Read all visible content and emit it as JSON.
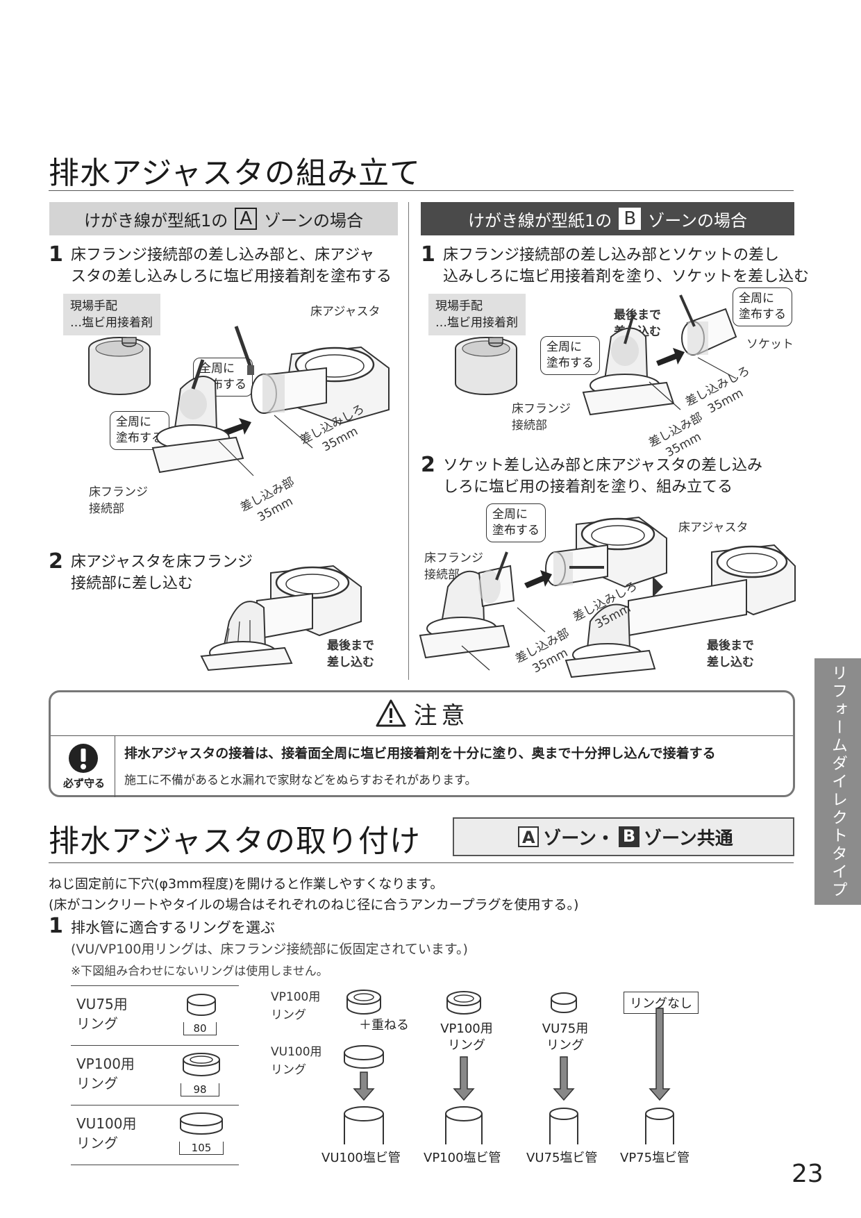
{
  "section1": {
    "title": "排水アジャスタの組み立て"
  },
  "zoneA": {
    "header_pre": "けがき線が型紙1の",
    "header_letter": "A",
    "header_post": "ゾーンの場合",
    "step1_num": "1",
    "step1_line1": "床フランジ接続部の差し込み部と、床アジャ",
    "step1_line2": "スタの差し込みしろに塩ビ用接着剤を塗布する",
    "tag_line1": "現場手配",
    "tag_line2": "…塩ビ用接着剤",
    "label_adjuster": "床アジャスタ",
    "callout1_line1": "全周に",
    "callout1_line2": "塗布する",
    "callout2_line1": "全周に",
    "callout2_line2": "塗布する",
    "label_flange_line1": "床フランジ",
    "label_flange_line2": "接続部",
    "dim_margin_line1": "差し込みしろ",
    "dim_margin_line2": "35mm",
    "dim_insert_line1": "差し込み部",
    "dim_insert_line2": "35mm",
    "step2_num": "2",
    "step2_line1": "床アジャスタを床フランジ",
    "step2_line2": "接続部に差し込む",
    "full_insert_line1": "最後まで",
    "full_insert_line2": "差し込む"
  },
  "zoneB": {
    "header_pre": "けがき線が型紙1の",
    "header_letter": "B",
    "header_post": "ゾーンの場合",
    "step1_num": "1",
    "step1_line1": "床フランジ接続部の差し込み部とソケットの差し",
    "step1_line2": "込みしろに塩ビ用接着剤を塗り、ソケットを差し込む",
    "tag_line1": "現場手配",
    "tag_line2": "…塩ビ用接着剤",
    "full_insert_a_line1": "最後まで",
    "full_insert_a_line2": "差し込む",
    "callout_socket_line1": "全周に",
    "callout_socket_line2": "塗布する",
    "label_socket": "ソケット",
    "callout_flange_line1": "全周に",
    "callout_flange_line2": "塗布する",
    "dim_margin_line1": "差し込みしろ",
    "dim_margin_line2": "35mm",
    "label_flange_line1": "床フランジ",
    "label_flange_line2": "接続部",
    "dim_insert_line1": "差し込み部",
    "dim_insert_line2": "35mm",
    "step2_num": "2",
    "step2_line1": "ソケット差し込み部と床アジャスタの差し込み",
    "step2_line2": "しろに塩ビ用の接着剤を塗り、組み立てる",
    "callout3_line1": "全周に",
    "callout3_line2": "塗布する",
    "label_adjuster": "床アジャスタ",
    "label_flange2_line1": "床フランジ",
    "label_flange2_line2": "接続部",
    "dim2_margin_line1": "差し込みしろ",
    "dim2_margin_line2": "35mm",
    "dim2_insert_line1": "差し込み部",
    "dim2_insert_line2": "35mm",
    "full_insert_b_line1": "最後まで",
    "full_insert_b_line2": "差し込む"
  },
  "caution": {
    "title": "注意",
    "must_label": "必ず守る",
    "main": "排水アジャスタの接着は、接着面全周に塩ビ用接着剤を十分に塗り、奥まで十分押し込んで接着する",
    "sub": "施工に不備があると水漏れで家財などをぬらすおそれがあります。"
  },
  "section2": {
    "title": "排水アジャスタの取り付け",
    "common_letter_a": "A",
    "common_mid": "ゾーン・",
    "common_letter_b": "B",
    "common_post": "ゾーン共通",
    "note1": "ねじ固定前に下穴(φ3mm程度)を開けると作業しやすくなります。",
    "note2": "(床がコンクリートやタイルの場合はそれぞれのねじ径に合うアンカープラグを使用する。)",
    "step1_num": "1",
    "step1_text": "排水管に適合するリングを選ぶ",
    "step1_sub1": "(VU/VP100用リングは、床フランジ接続部に仮固定されています。)",
    "step1_sub2": "※下図組み合わせにないリングは使用しません。"
  },
  "ring_table": [
    {
      "line1": "VU75用",
      "line2": "リング",
      "dim": "80"
    },
    {
      "line1": "VP100用",
      "line2": "リング",
      "dim": "98"
    },
    {
      "line1": "VU100用",
      "line2": "リング",
      "dim": "105"
    }
  ],
  "combos": {
    "vp100_line1": "VP100用",
    "vp100_line2": "リング",
    "overlap": "＋重ねる",
    "vu100_line1": "VU100用",
    "vu100_line2": "リング",
    "col2_line1": "VP100用",
    "col2_line2": "リング",
    "col3_line1": "VU75用",
    "col3_line2": "リング",
    "no_ring": "リングなし",
    "pipes": [
      "VU100塩ビ管",
      "VP100塩ビ管",
      "VU75塩ビ管",
      "VP75塩ビ管"
    ]
  },
  "sidebar": {
    "label": "リフォームダイレクトタイプ"
  },
  "page_number": "23"
}
